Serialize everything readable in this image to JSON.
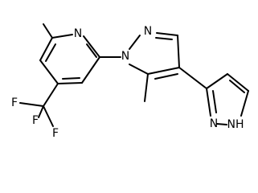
{
  "molecule": {
    "atom_labels": {
      "pyridine_n": "N",
      "pyrazole_n_attach": "N",
      "pyrazole_n_top": "N",
      "pyrazole2_n": "N",
      "pyrazole2_nh": "NH",
      "fluorine_left": "F",
      "fluorine_mid": "F",
      "fluorine_bottom": "F"
    }
  }
}
